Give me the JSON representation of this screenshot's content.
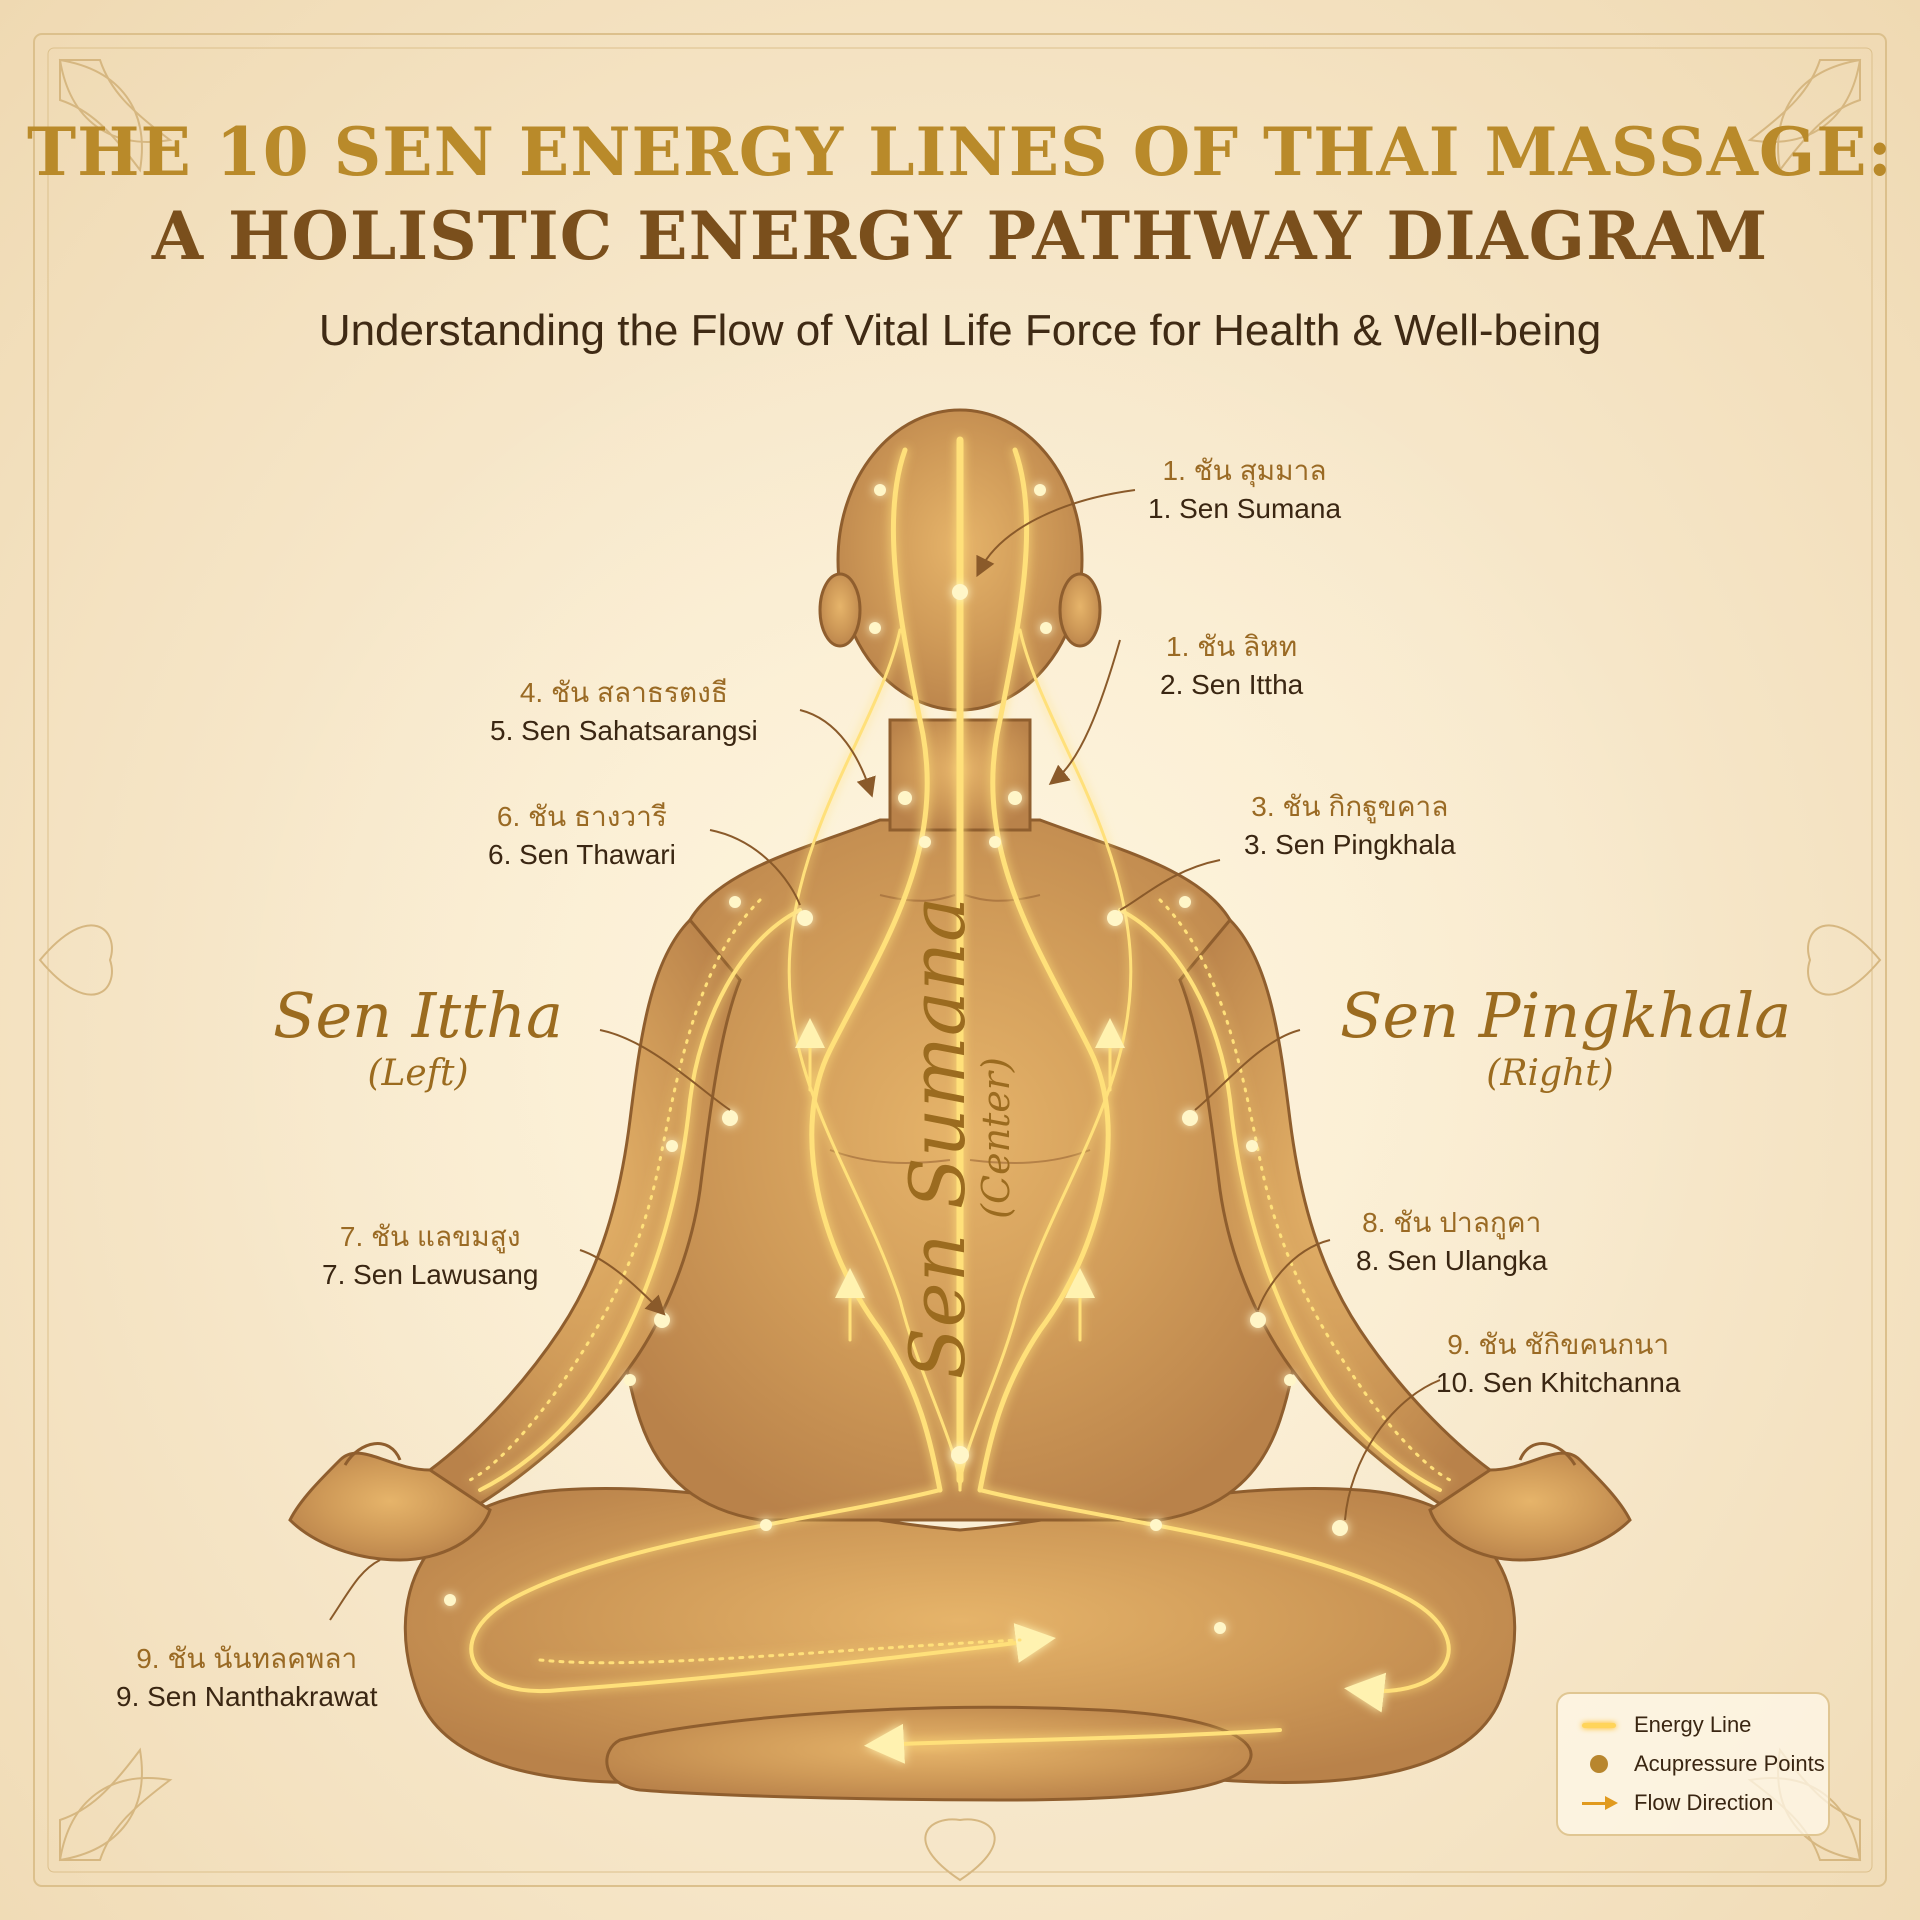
{
  "title": {
    "line1": "THE 10 SEN ENERGY LINES OF THAI MASSAGE:",
    "line2": "A HOLISTIC ENERGY PATHWAY DIAGRAM",
    "subtitle": "Understanding the Flow of Vital Life Force for Health & Well-being"
  },
  "labels": {
    "sumana": {
      "thai": "1. ชัน สุมมาล",
      "english": "1. Sen Sumana"
    },
    "ittha": {
      "thai": "1. ชัน ลิหท",
      "english": "2. Sen Ittha"
    },
    "pingkhala": {
      "thai": "3. ชัน กิกฐูขคาล",
      "english": "3. Sen Pingkhala"
    },
    "sahatsarangsi": {
      "thai": "4. ชัน สลาธรตงธี",
      "english": "5. Sen Sahatsarangsi"
    },
    "thawari": {
      "thai": "6. ชัน ธางวารี",
      "english": "6. Sen Thawari"
    },
    "lawusang": {
      "thai": "7. ชัน แลขมสูง",
      "english": "7. Sen Lawusang"
    },
    "ulangka": {
      "thai": "8. ชัน ปาลกูคา",
      "english": "8. Sen Ulangka"
    },
    "khitchanna": {
      "thai": "9. ชัน ชักิขคนกนา",
      "english": "10. Sen Khitchanna"
    },
    "nanthakrawat": {
      "thai": "9. ชัน นันทลคพลา",
      "english": "9. Sen Nanthakrawat"
    }
  },
  "script_labels": {
    "left": {
      "name": "Sen Ittha",
      "side": "(Left)"
    },
    "right": {
      "name": "Sen Pingkhala",
      "side": "(Right)"
    },
    "center": {
      "name": "Sen Sumana",
      "side": "(Center)"
    }
  },
  "legend": {
    "energy_line": "Energy Line",
    "acupressure_points": "Acupressure Points",
    "flow_direction": "Flow Direction"
  },
  "colors": {
    "title_gold": "#b98a2a",
    "title_brown": "#7a4f1c",
    "body_fill": "#c9965c",
    "energy_glow": "#ffd45a",
    "background": "#f6e6c8"
  }
}
